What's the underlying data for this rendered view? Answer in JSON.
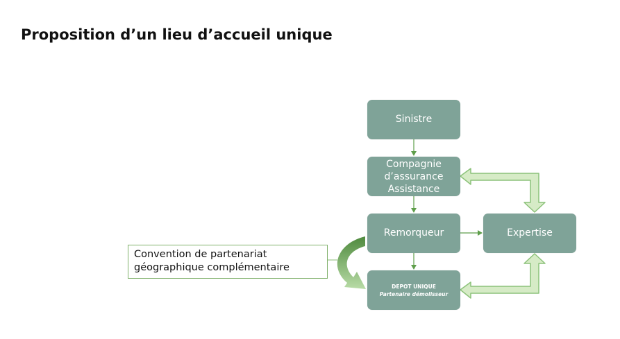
{
  "slide": {
    "title": "Proposition d’un lieu d’accueil unique"
  },
  "diagram": {
    "nodes": {
      "sinistre": "Sinistre",
      "compagnie_line1": "Compagnie",
      "compagnie_line2": "d’assurance",
      "compagnie_line3": "Assistance",
      "remorqueur": "Remorqueur",
      "expertise": "Expertise",
      "depot_main": "DEPOT UNIQUE",
      "depot_sub": "Partenaire démolisseur"
    },
    "note": {
      "line1": "Convention de partenariat",
      "line2": "géographique complémentaire"
    },
    "colors": {
      "box_fill": "#7fa398",
      "arrow_green": "#5e9e4a",
      "block_arrow_fill": "#d6ebc6",
      "block_arrow_stroke": "#8cc27a"
    }
  }
}
